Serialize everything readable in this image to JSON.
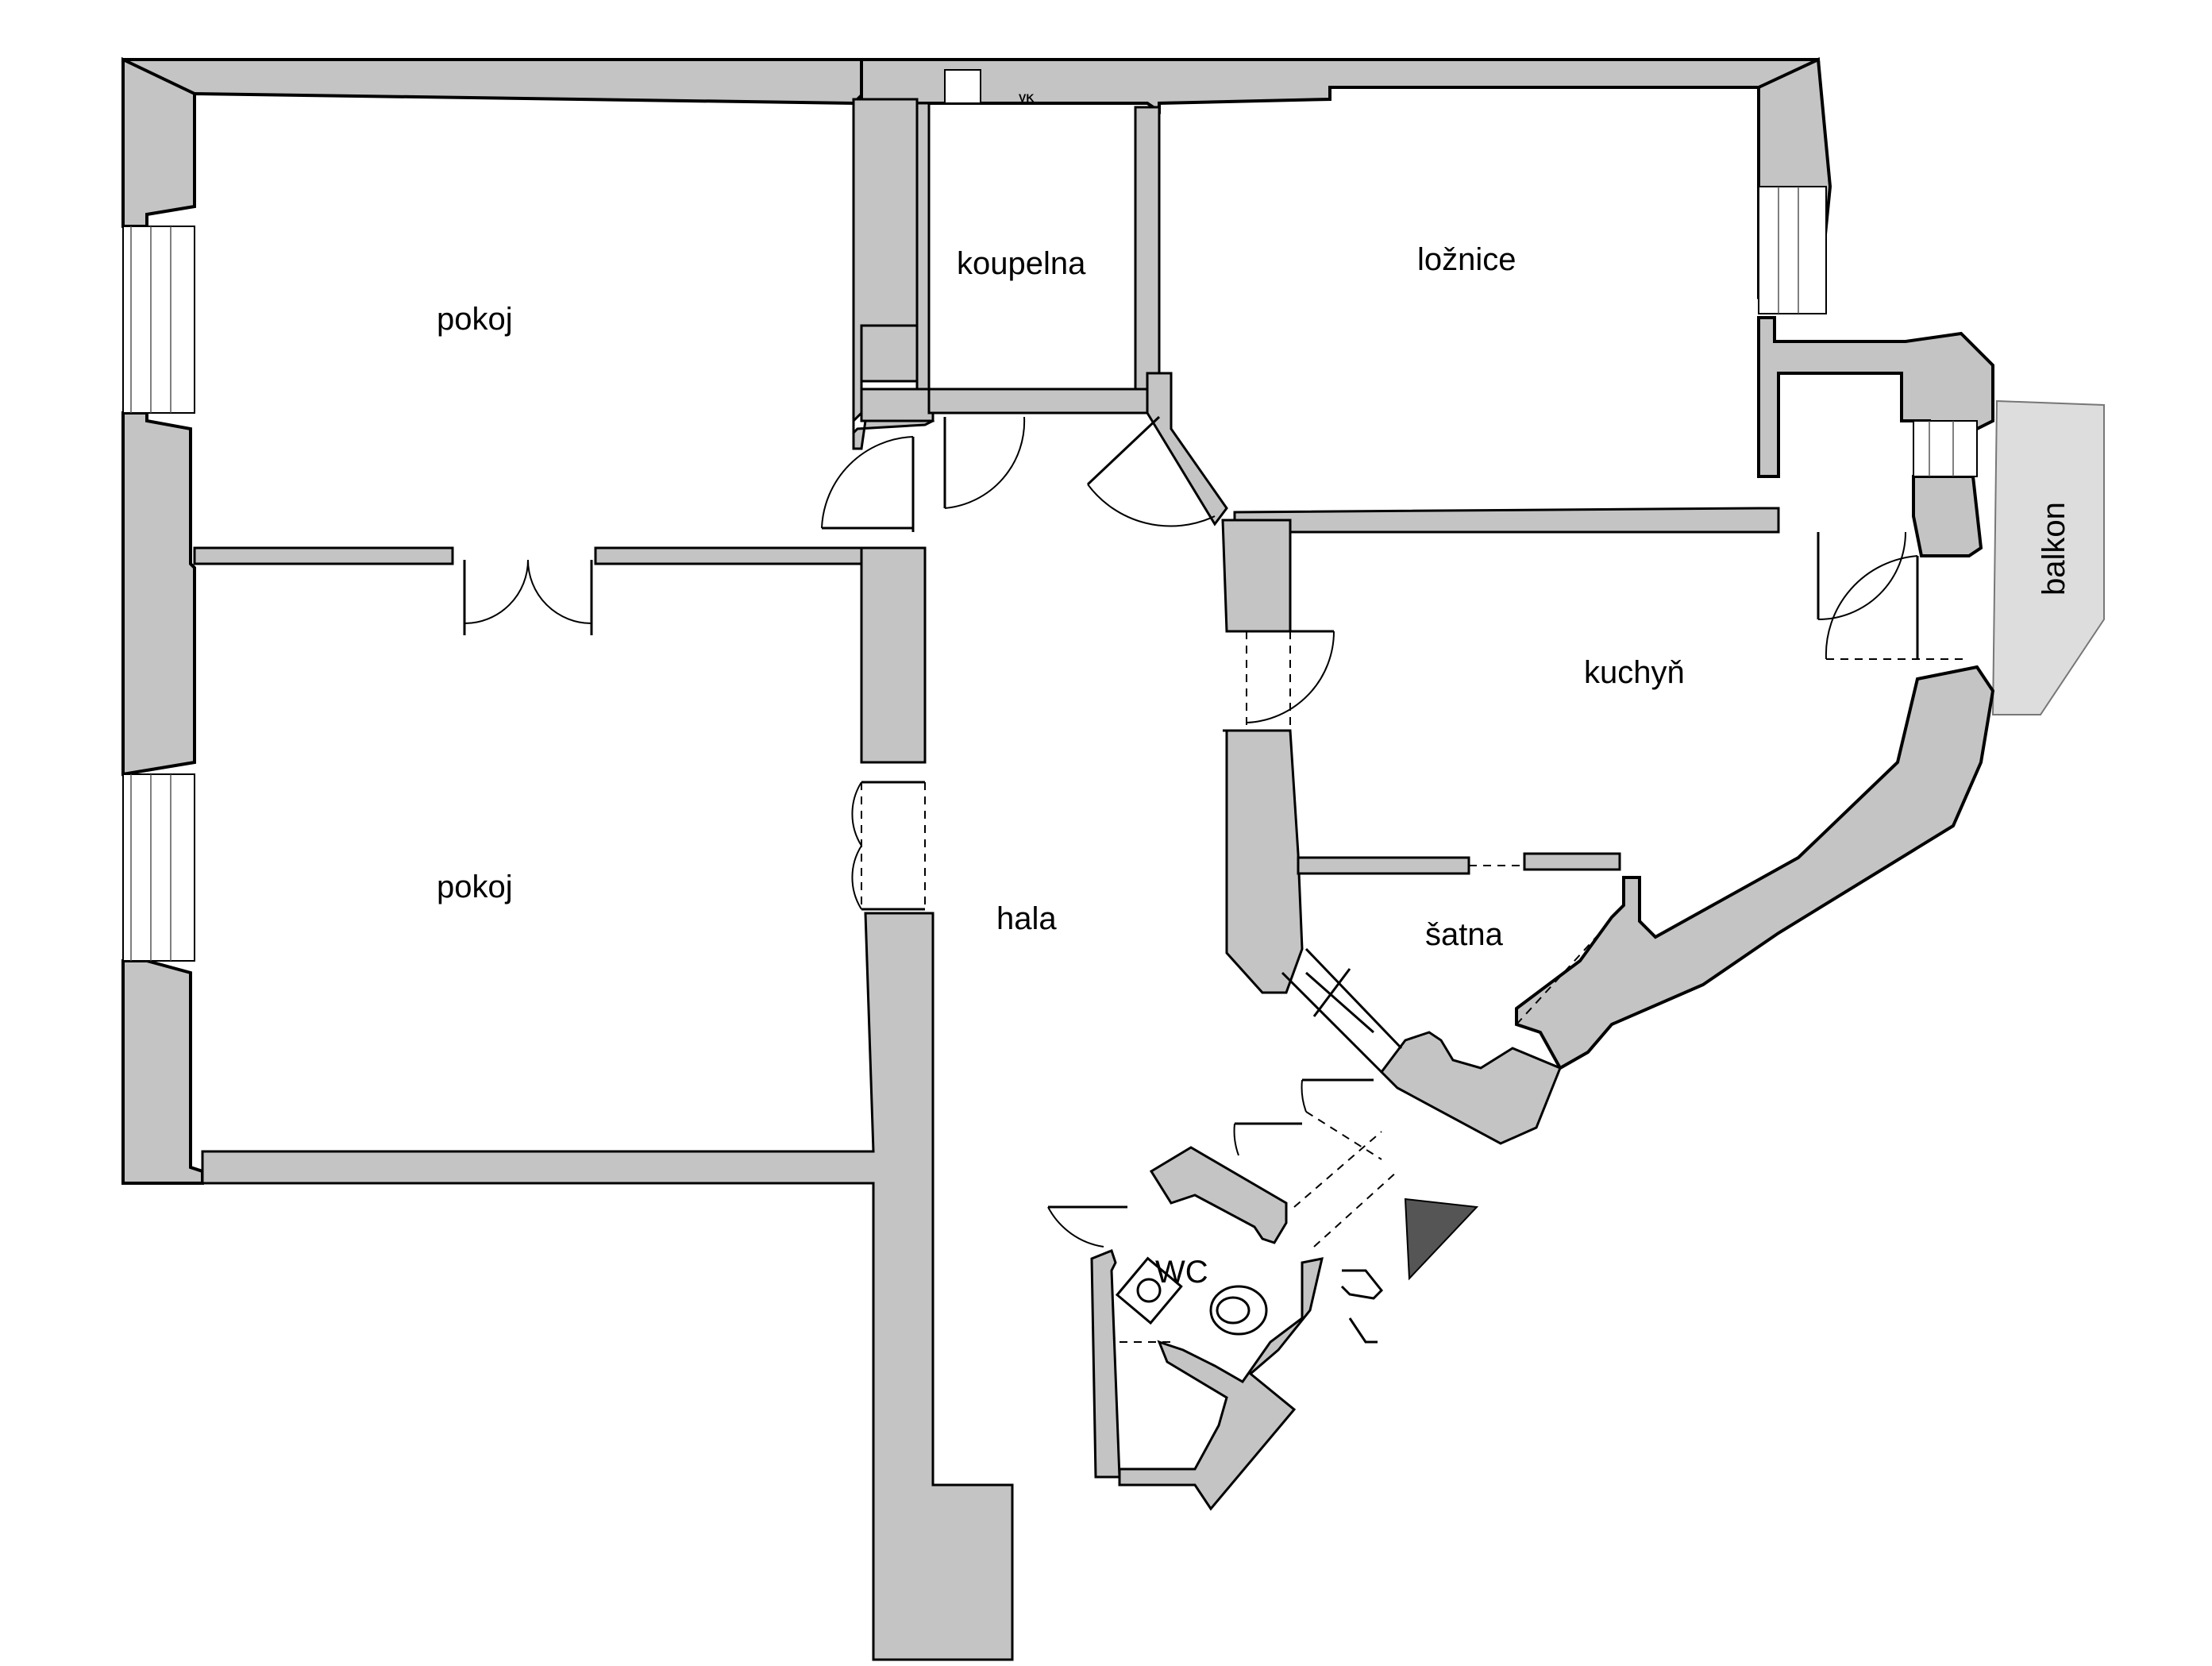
{
  "rooms": {
    "pokoj_top": "pokoj",
    "pokoj_bottom": "pokoj",
    "koupelna": "koupelna",
    "loznice": "ložnice",
    "kuchyn": "kuchyň",
    "satna": "šatna",
    "hala": "hala",
    "wc": "WC",
    "balkon": "balkon"
  },
  "markers": {
    "vk": "VK"
  },
  "colors": {
    "wall_fill": "#c4c4c4",
    "outline": "#000000",
    "balcony_fill": "#dddddd",
    "north_arrow": "#555555"
  }
}
